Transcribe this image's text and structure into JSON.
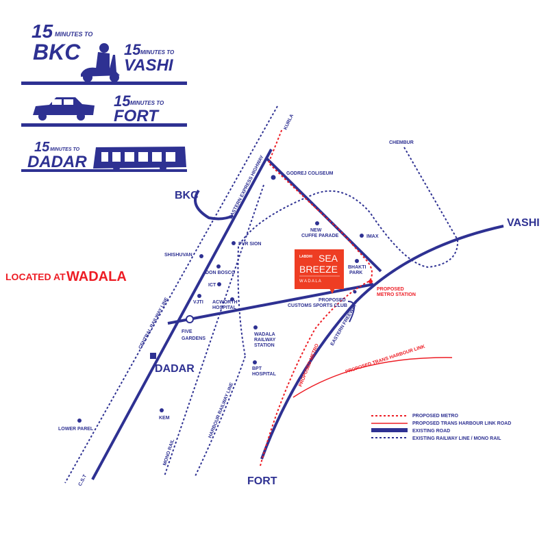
{
  "colors": {
    "navy": "#2e3192",
    "red": "#ed1c24",
    "brand_box": "#ee3d23"
  },
  "travel": [
    {
      "num": "15",
      "text": "MINUTES TO",
      "dest": "BKC",
      "icon": "scooter-icon"
    },
    {
      "num": "15",
      "text": "MINUTES TO",
      "dest": "VASHI",
      "icon": "scooter-icon"
    },
    {
      "num": "15",
      "text": "MINUTES TO",
      "dest": "FORT",
      "icon": "car-icon"
    },
    {
      "num": "15",
      "text": "MINUTES TO",
      "dest": "DADAR",
      "icon": "bus-icon"
    }
  ],
  "located": {
    "prefix": "LOCATED AT",
    "place": "WADALA"
  },
  "brand": {
    "small": "LABDHI",
    "line1": "SEA",
    "line2": "BREEZE",
    "line3": "W A D A L A"
  },
  "places": {
    "kurla": "KURLA",
    "bkc": "BKC",
    "vashi": "VASHI",
    "dadar": "DADAR",
    "fort": "FORT",
    "cst": "C.S.T",
    "chembur": "CHEMBUR",
    "godrej": "GODREJ COLISEUM",
    "new_cuffe1": "NEW",
    "new_cuffe2": "CUFFE PARADE",
    "imax": "IMAX",
    "bhakti1": "BHAKTI",
    "bhakti2": "PARK",
    "metro_st1": "PROPOSED",
    "metro_st2": "METRO STATION",
    "customs1": "PROPOSED",
    "customs2": "CUSTOMS SPORTS CLUB",
    "pvr": "PVR SION",
    "shishuvan": "SHISHUVAN",
    "don_bosco": "DON BOSCO",
    "ict": "ICT",
    "vjti": "VJTI",
    "acworth1": "ACWORTH",
    "acworth2": "HOSPITAL",
    "five1": "FIVE",
    "five2": "GARDENS",
    "wadala1": "WADALA",
    "wadala2": "RAILWAY",
    "wadala3": "STATION",
    "bpt1": "BPT",
    "bpt2": "HOSPITAL",
    "kem": "KEM",
    "lower_parel": "LOWER PAREL"
  },
  "routes": {
    "eeh": "EASTERN EXPRESS HIGHWAY",
    "central": "CENTRAL RAILWAY LINE",
    "harbour": "HARBOUR RAILWAY LINE",
    "mono": "MONO RAIL",
    "freeway": "EASTERN FREEWAY",
    "metro": "PROPOSED METRO",
    "thl": "PROPOSED TRANS HARBOUR LINK"
  },
  "legend": [
    "PROPOSED METRO",
    "PROPOSED TRANS HARBOUR LINK ROAD",
    "EXISTING ROAD",
    "EXISTING RAILWAY LINE / MONO RAIL"
  ]
}
